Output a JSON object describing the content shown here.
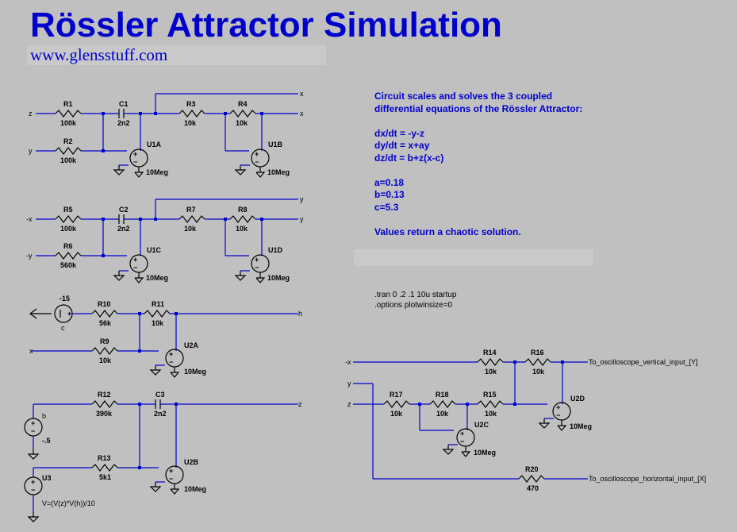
{
  "title": "Rössler Attractor Simulation",
  "website": "www.glensstuff.com",
  "description": {
    "line1": "Circuit scales and solves the 3 coupled",
    "line2": "differential equations of the Rössler Attractor:",
    "eq1": "dx/dt = -y-z",
    "eq2": "dy/dt = x+ay",
    "eq3": "dz/dt = b+z(x-c)",
    "a": "a=0.18",
    "b": "b=0.13",
    "c": "c=5.3",
    "conclusion": "Values return a chaotic solution."
  },
  "spice": {
    "tran": ".tran 0 .2 .1 10u startup",
    "options": ".options plotwinsize=0"
  },
  "components": {
    "R1": {
      "name": "R1",
      "value": "100k"
    },
    "R2": {
      "name": "R2",
      "value": "100k"
    },
    "C1": {
      "name": "C1",
      "value": "2n2"
    },
    "R3": {
      "name": "R3",
      "value": "10k"
    },
    "R4": {
      "name": "R4",
      "value": "10k"
    },
    "U1A": {
      "name": "U1A",
      "value": "10Meg"
    },
    "U1B": {
      "name": "U1B",
      "value": "10Meg"
    },
    "R5": {
      "name": "R5",
      "value": "100k"
    },
    "R6": {
      "name": "R6",
      "value": "560k"
    },
    "C2": {
      "name": "C2",
      "value": "2n2"
    },
    "R7": {
      "name": "R7",
      "value": "10k"
    },
    "R8": {
      "name": "R8",
      "value": "10k"
    },
    "U1C": {
      "name": "U1C",
      "value": "10Meg"
    },
    "U1D": {
      "name": "U1D",
      "value": "10Meg"
    },
    "V1": {
      "value": "-15",
      "label": "c"
    },
    "R10": {
      "name": "R10",
      "value": "56k"
    },
    "R11": {
      "name": "R11",
      "value": "10k"
    },
    "R9": {
      "name": "R9",
      "value": "10k"
    },
    "U2A": {
      "name": "U2A",
      "value": "10Meg"
    },
    "V2": {
      "label": "b",
      "value": "-.5"
    },
    "R12": {
      "name": "R12",
      "value": "390k"
    },
    "C3": {
      "name": "C3",
      "value": "2n2"
    },
    "R13": {
      "name": "R13",
      "value": "5k1"
    },
    "U2B": {
      "name": "U2B",
      "value": "10Meg"
    },
    "U3": {
      "name": "U3",
      "value": "V=(V(z)*V(h))/10"
    },
    "R14": {
      "name": "R14",
      "value": "10k"
    },
    "R16": {
      "name": "R16",
      "value": "10k"
    },
    "R17": {
      "name": "R17",
      "value": "10k"
    },
    "R18": {
      "name": "R18",
      "value": "10k"
    },
    "R15": {
      "name": "R15",
      "value": "10k"
    },
    "U2C": {
      "name": "U2C",
      "value": "10Meg"
    },
    "U2D": {
      "name": "U2D",
      "value": "10Meg"
    },
    "R20": {
      "name": "R20",
      "value": "470"
    }
  },
  "nets": {
    "z": "z",
    "y": "y",
    "x": "x",
    "neg_x": "-x",
    "neg_y": "-y",
    "h": "h",
    "out_y": "To_oscilloscope_vertical_input_[Y]",
    "out_x": "To_oscilloscope_horizontal_input_[X]"
  }
}
